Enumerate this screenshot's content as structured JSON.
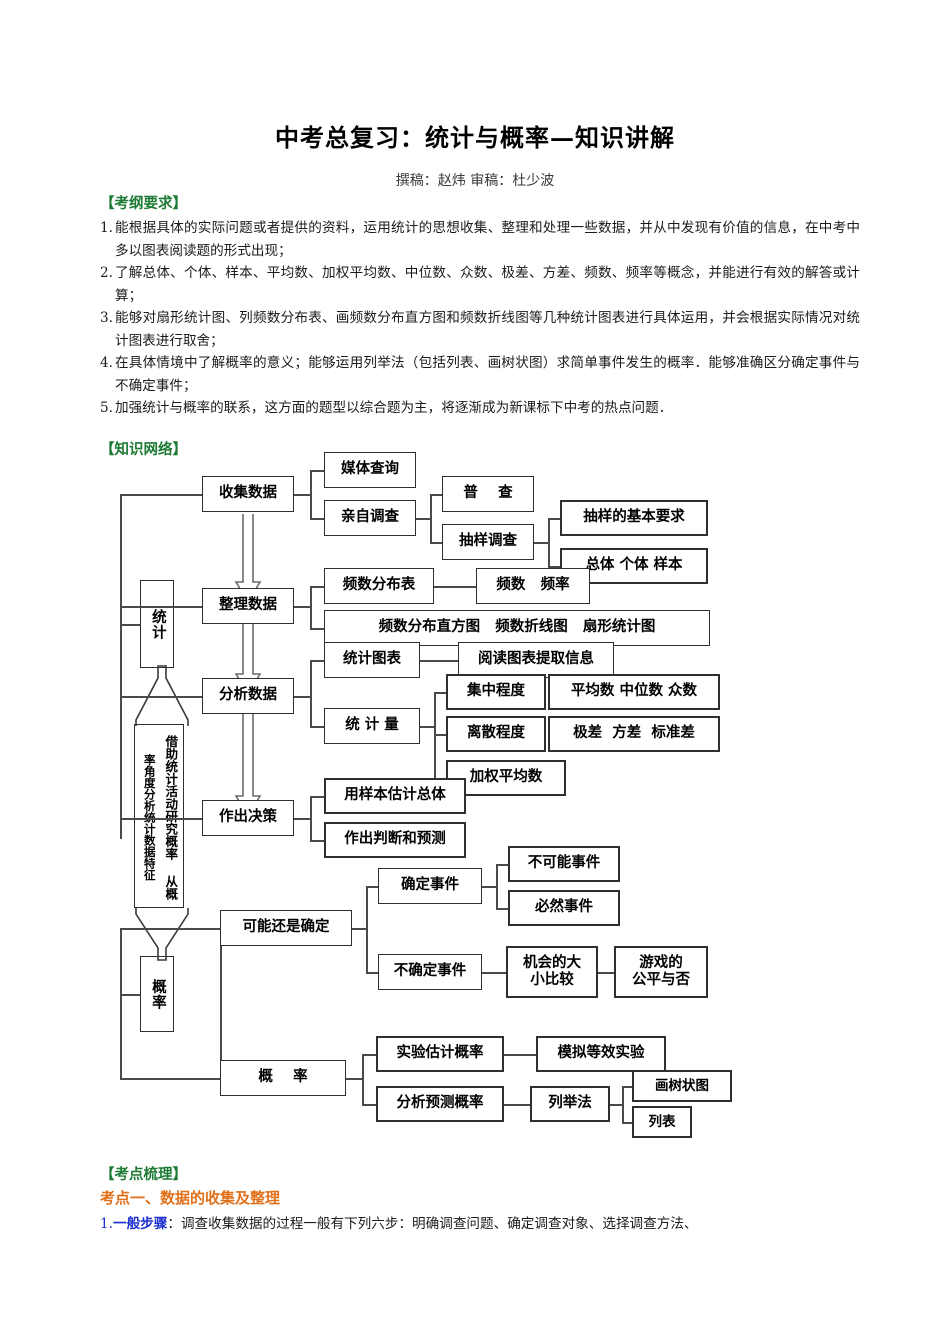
{
  "document": {
    "title": "中考总复习：统计与概率—知识讲解",
    "byline": "撰稿：赵炜       审稿：杜少波"
  },
  "colors": {
    "heading_green": "#1d7a34",
    "heading_orange": "#e1701a",
    "emphasis_blue": "#1b2fd0",
    "body_text": "#1b1b1b",
    "box_border": "#2f2f2f"
  },
  "sections": {
    "outline": {
      "heading": "【考纲要求】",
      "items": [
        {
          "num": "1.",
          "text": "能根据具体的实际问题或者提供的资料，运用统计的思想收集、整理和处理一些数据，并从中发现有价值的信息，在中考中多以图表阅读题的形式出现；"
        },
        {
          "num": "2.",
          "text": "了解总体、个体、样本、平均数、加权平均数、中位数、众数、极差、方差、频数、频率等概念，并能进行有效的解答或计算；"
        },
        {
          "num": "3.",
          "text": "能够对扇形统计图、列频数分布表、画频数分布直方图和频数折线图等几种统计图表进行具体运用，并会根据实际情况对统计图表进行取舍；"
        },
        {
          "num": "4.",
          "text": "在具体情境中了解概率的意义；能够运用列举法（包括列表、画树状图）求简单事件发生的概率．能够准确区分确定事件与不确定事件；"
        },
        {
          "num": "5.",
          "text": "加强统计与概率的联系，这方面的题型以综合题为主，将逐渐成为新课标下中考的热点问题．"
        }
      ]
    },
    "network": {
      "heading": "【知识网络】"
    },
    "review": {
      "heading": "【考点梳理】",
      "point_title": "考点一、数据的收集及整理",
      "step_num": "1.",
      "step_label": "一般步骤",
      "step_colon": "：",
      "step_text": "调查收集数据的过程一般有下列六步：明确调查问题、确定调查对象、选择调查方法、"
    }
  },
  "diagram": {
    "root_statistics": "统计",
    "root_probability": "概率",
    "bridge_right": "借助统计活动研究概率 从概",
    "bridge_left": "率角度分析统计数据特征",
    "nodes": {
      "collect": "收集数据",
      "media_query": "媒体查询",
      "self_survey": "亲自调查",
      "census": "普    查",
      "sampling": "抽样调查",
      "sampling_req": "抽样的基本要求",
      "population": "总体 个体 样本",
      "organize": "整理数据",
      "freq_table": "频数分布表",
      "freq_rate": "频数   频率",
      "charts_row": "频数分布直方图   频数折线图   扇形统计图",
      "analyze": "分析数据",
      "stat_charts": "统计图表",
      "read_charts": "阅读图表提取信息",
      "stat_measures": "统 计 量",
      "central": "集中程度",
      "central_vals": "平均数 中位数 众数",
      "dispersion": "离散程度",
      "dispersion_vals": "极差  方差  标准差",
      "weighted_mean": "加权平均数",
      "decide": "作出决策",
      "estimate_pop": "用样本估计总体",
      "judge_predict": "作出判断和预测",
      "maybe_or_sure": "可能还是确定",
      "sure_event": "确定事件",
      "impossible_event": "不可能事件",
      "certain_event": "必然事件",
      "uncertain_event": "不确定事件",
      "chance_compare": "机会的大\n小比较",
      "game_fair": "游戏的\n公平与否",
      "probability": "概    率",
      "exp_estimate": "实验估计概率",
      "simulate": "模拟等效实验",
      "analyze_predict": "分析预测概率",
      "enumeration": "列举法",
      "tree_diagram": "画树状图",
      "list_table": "列表"
    }
  }
}
